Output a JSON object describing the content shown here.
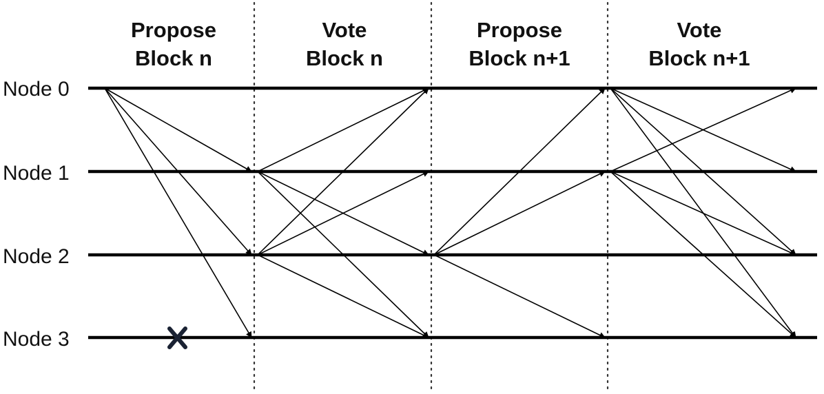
{
  "phases": [
    {
      "line1": "Propose",
      "line2": "Block n"
    },
    {
      "line1": "Vote",
      "line2": "Block n"
    },
    {
      "line1": "Propose",
      "line2": "Block n+1"
    },
    {
      "line1": "Vote",
      "line2": "Block n+1"
    }
  ],
  "nodes": [
    {
      "label": "Node 0",
      "crashed": false
    },
    {
      "label": "Node 1",
      "crashed": false
    },
    {
      "label": "Node 2",
      "crashed": false
    },
    {
      "label": "Node 3",
      "crashed": true
    }
  ],
  "messages": [
    {
      "from": 0,
      "to": 1,
      "phase": 0
    },
    {
      "from": 0,
      "to": 2,
      "phase": 0
    },
    {
      "from": 0,
      "to": 3,
      "phase": 0
    },
    {
      "from": 1,
      "to": 0,
      "phase": 1
    },
    {
      "from": 1,
      "to": 2,
      "phase": 1
    },
    {
      "from": 1,
      "to": 3,
      "phase": 1
    },
    {
      "from": 2,
      "to": 0,
      "phase": 1
    },
    {
      "from": 2,
      "to": 1,
      "phase": 1
    },
    {
      "from": 2,
      "to": 3,
      "phase": 1
    },
    {
      "from": 2,
      "to": 0,
      "phase": 2
    },
    {
      "from": 2,
      "to": 1,
      "phase": 2
    },
    {
      "from": 2,
      "to": 3,
      "phase": 2
    },
    {
      "from": 0,
      "to": 1,
      "phase": 3
    },
    {
      "from": 0,
      "to": 2,
      "phase": 3
    },
    {
      "from": 0,
      "to": 3,
      "phase": 3
    },
    {
      "from": 1,
      "to": 0,
      "phase": 3
    },
    {
      "from": 1,
      "to": 2,
      "phase": 3
    },
    {
      "from": 1,
      "to": 3,
      "phase": 3
    }
  ]
}
